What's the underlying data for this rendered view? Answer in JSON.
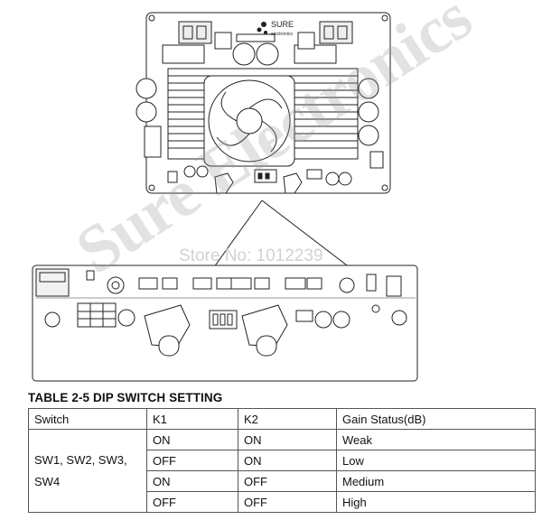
{
  "board": {
    "logo_name": "SURE",
    "logo_sub": "electronics"
  },
  "watermarks": {
    "store_text": "Store No: 1012239",
    "brand_text": "Sure Electronics"
  },
  "table": {
    "title": "TABLE 2-5 DIP SWITCH SETTING",
    "headers": [
      "Switch",
      "K1",
      "K2",
      "Gain Status(dB)"
    ],
    "switch_label_lines": [
      "SW1, SW2, SW3,",
      "SW4"
    ],
    "rows": [
      {
        "k1": "ON",
        "k2": "ON",
        "gain": "Weak"
      },
      {
        "k1": "OFF",
        "k2": "ON",
        "gain": "Low"
      },
      {
        "k1": "ON",
        "k2": "OFF",
        "gain": "Medium"
      },
      {
        "k1": "OFF",
        "k2": "OFF",
        "gain": "High"
      }
    ]
  }
}
